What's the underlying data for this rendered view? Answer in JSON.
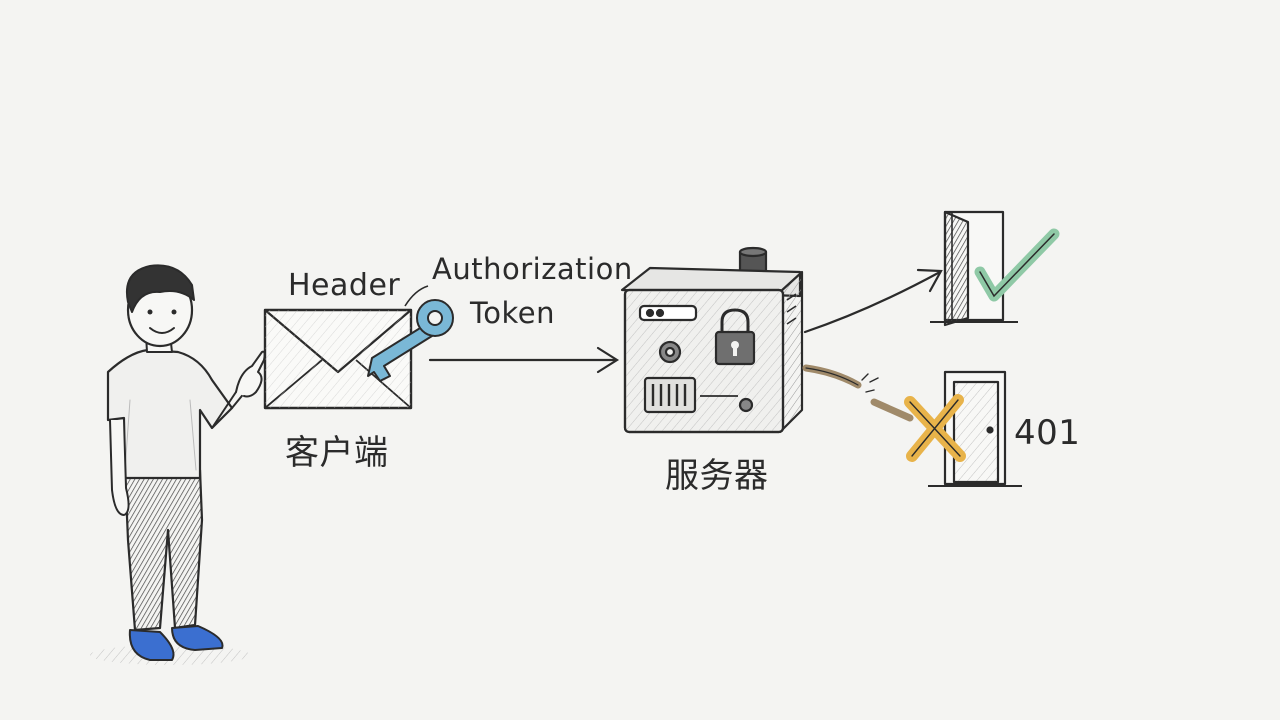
{
  "labels": {
    "header": "Header",
    "auth_line1": "Authorization",
    "auth_line2": "Token",
    "client": "客户端",
    "server": "服务器",
    "error_code": "401"
  },
  "colors": {
    "key_blue": "#7ab8d6",
    "check_green": "#8fc9a6",
    "cross_orange": "#e8b34a",
    "shoe_blue": "#3b6fd0",
    "ink": "#2b2b2b"
  },
  "icons": [
    "person",
    "envelope-icon",
    "key-icon",
    "server-icon",
    "lock-icon",
    "gear-icon",
    "door-open-icon",
    "check-icon",
    "door-closed-icon",
    "cross-icon",
    "broken-cable-icon"
  ]
}
